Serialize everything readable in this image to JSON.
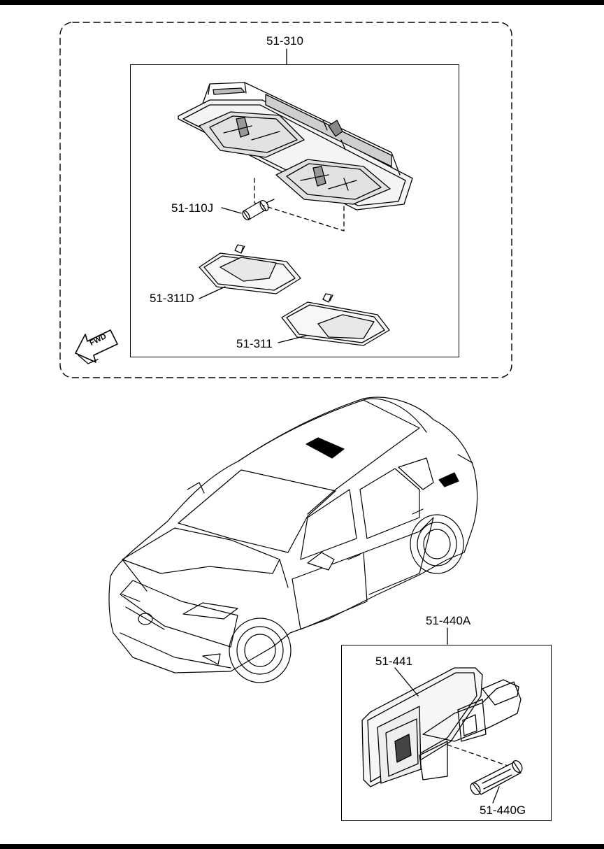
{
  "colors": {
    "ink": "#000000",
    "paper": "#ffffff",
    "tint": "#d9d9d9"
  },
  "upper_group": {
    "assembly_label": "51-310",
    "bulb_label": "51-110J",
    "lens_left_label": "51-311D",
    "lens_right_label": "51-311",
    "direction_icon": "fwd-arrow-icon",
    "direction_text": "FWD"
  },
  "vehicle": {
    "icon": "suv-outline-icon"
  },
  "lower_group": {
    "assembly_label": "51-440A",
    "housing_label": "51-441",
    "bulb_label": "51-440G"
  }
}
